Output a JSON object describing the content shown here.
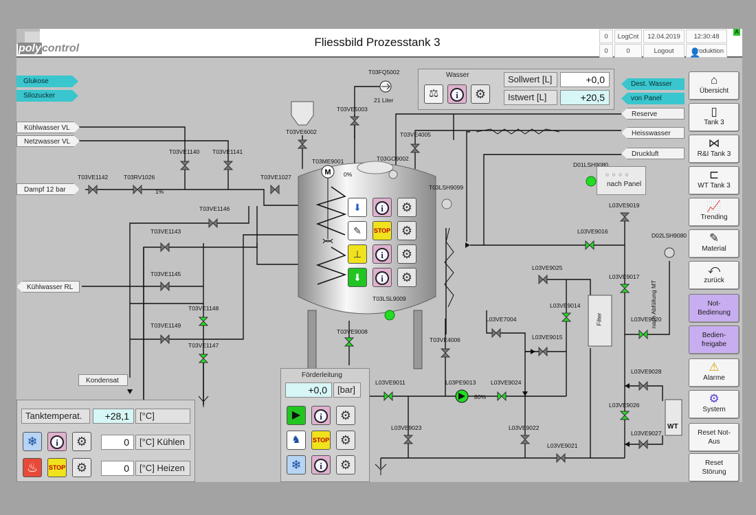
{
  "header": {
    "brand": "polycontrol",
    "brand_prefix": "poly",
    "brand_suffix": "control",
    "title": "Fliessbild Prozesstank 3",
    "count_a": "0",
    "logcnt_label": "LogCnt",
    "date": "12.04.2019",
    "time": "12:30:48",
    "count_b": "0",
    "count_c": "0",
    "logout_label": "Logout",
    "user": "Produktion",
    "status_badge": "A"
  },
  "nav": [
    {
      "label": "Übersicht",
      "icon": "home-icon",
      "glyph": "⌂"
    },
    {
      "label": "Tank 3",
      "icon": "tank-icon",
      "glyph": "▯"
    },
    {
      "label": "R&I Tank 3",
      "icon": "pid-icon",
      "glyph": "⋈"
    },
    {
      "label": "WT Tank 3",
      "icon": "heat-exchanger-icon",
      "glyph": "⊏"
    },
    {
      "label": "Trending",
      "icon": "trending-icon",
      "glyph": "📈"
    },
    {
      "label": "Material",
      "icon": "material-icon",
      "glyph": "✎"
    },
    {
      "label": "zurück",
      "icon": "back-icon",
      "glyph": "⤺"
    },
    {
      "label": "Not-Bedienung",
      "icon": "",
      "glyph": ""
    },
    {
      "label": "Bedien-freigabe",
      "icon": "",
      "glyph": ""
    },
    {
      "label": "Alarme",
      "icon": "alarm-icon",
      "glyph": "⚠"
    },
    {
      "label": "System",
      "icon": "system-gear-icon",
      "glyph": "⚙"
    },
    {
      "label": "Reset Not-Aus",
      "icon": "",
      "glyph": ""
    },
    {
      "label": "Reset Störung",
      "icon": "",
      "glyph": ""
    }
  ],
  "inputs": {
    "glukose": "Glukose",
    "silozucker": "Silozucker",
    "kuehlwasser_vl": "Kühlwasser VL",
    "netzwasser_vl": "Netzwasser VL",
    "dampf": "Dampf 12 bar",
    "kuehlwasser_rl": "Kühlwasser RL",
    "kondensat": "Kondensat",
    "dest_wasser": "Dest. Wasser",
    "von_panel": "von Panel",
    "reserve": "Reserve",
    "heisswasser": "Heisswasser",
    "druckluft": "Druckluft"
  },
  "wasser": {
    "title": "Wasser",
    "sollwert_label": "Sollwert [L]",
    "sollwert": "+0,0",
    "istwert_label": "Istwert [L]",
    "istwert": "+20,5"
  },
  "tags": {
    "fq5002": "T03FQ5002",
    "liter": "21 Liter",
    "ve5003": "T03VE5003",
    "ve6002": "T03VE6002",
    "me9001": "T03ME9001",
    "me_pct": "0%",
    "go9002": "T03GO9002",
    "ve4005": "T03VE4005",
    "ve1140": "T03VE1140",
    "ve1141": "T03VE1141",
    "ve1142": "T03VE1142",
    "rv1026": "T03RV1026",
    "rv_pct": "1%",
    "ve1027": "T03VE1027",
    "ve1146": "T03VE1146",
    "ve1143": "T03VE1143",
    "ve1145": "T03VE1145",
    "ve1148": "T03VE1148",
    "ve1149": "T03VE1149",
    "ve1147": "T03VE1147",
    "lsh9099": "T03LSH9099",
    "lsl9009": "T03LSL9009",
    "ve9008": "T03VE9008",
    "ve4006": "T03VE4006",
    "d01lsh9080": "D01LSH9080",
    "nach_panel": "nach Panel",
    "l03ve9019": "L03VE9019",
    "l03ve9016": "L03VE9016",
    "d02lsh9080": "D02LSH9080",
    "nach_abfuellung": "nach Abfüllung MT",
    "l03ve9025": "L03VE9025",
    "l03ve9017": "L03VE9017",
    "l03ve9014": "L03VE9014",
    "l03ve7004": "L03VE7004",
    "l03ve9015": "L03VE9015",
    "filter": "Filter",
    "l03ve9020": "L03VE9020",
    "l03ve9011": "L03VE9011",
    "l03pe9013": "L03PE9013",
    "pump_pct": "80%",
    "l03ve9024": "L03VE9024",
    "l03ve9028": "L03VE9028",
    "l03ve9026": "L03VE9026",
    "wt": "WT",
    "l03ve9027": "L03VE9027",
    "l03ve9023": "L03VE9023",
    "l03ve9022": "L03VE9022",
    "l03ve9021": "L03VE9021"
  },
  "tank_temp": {
    "label": "Tanktemperat.",
    "value": "+28,1",
    "unit": "[°C]",
    "cool_value": "0",
    "cool_unit": "[°C] Kühlen",
    "heat_value": "0",
    "heat_unit": "[°C] Heizen"
  },
  "foerder": {
    "title": "Förderleitung",
    "value": "+0,0",
    "unit": "[bar]"
  },
  "colors": {
    "screen_bg": "#c3c3c3",
    "cyan": "#39c6ce",
    "valve_open": "#22dd22",
    "valve_closed": "#777777",
    "nav_purple": "#c8aef0"
  }
}
